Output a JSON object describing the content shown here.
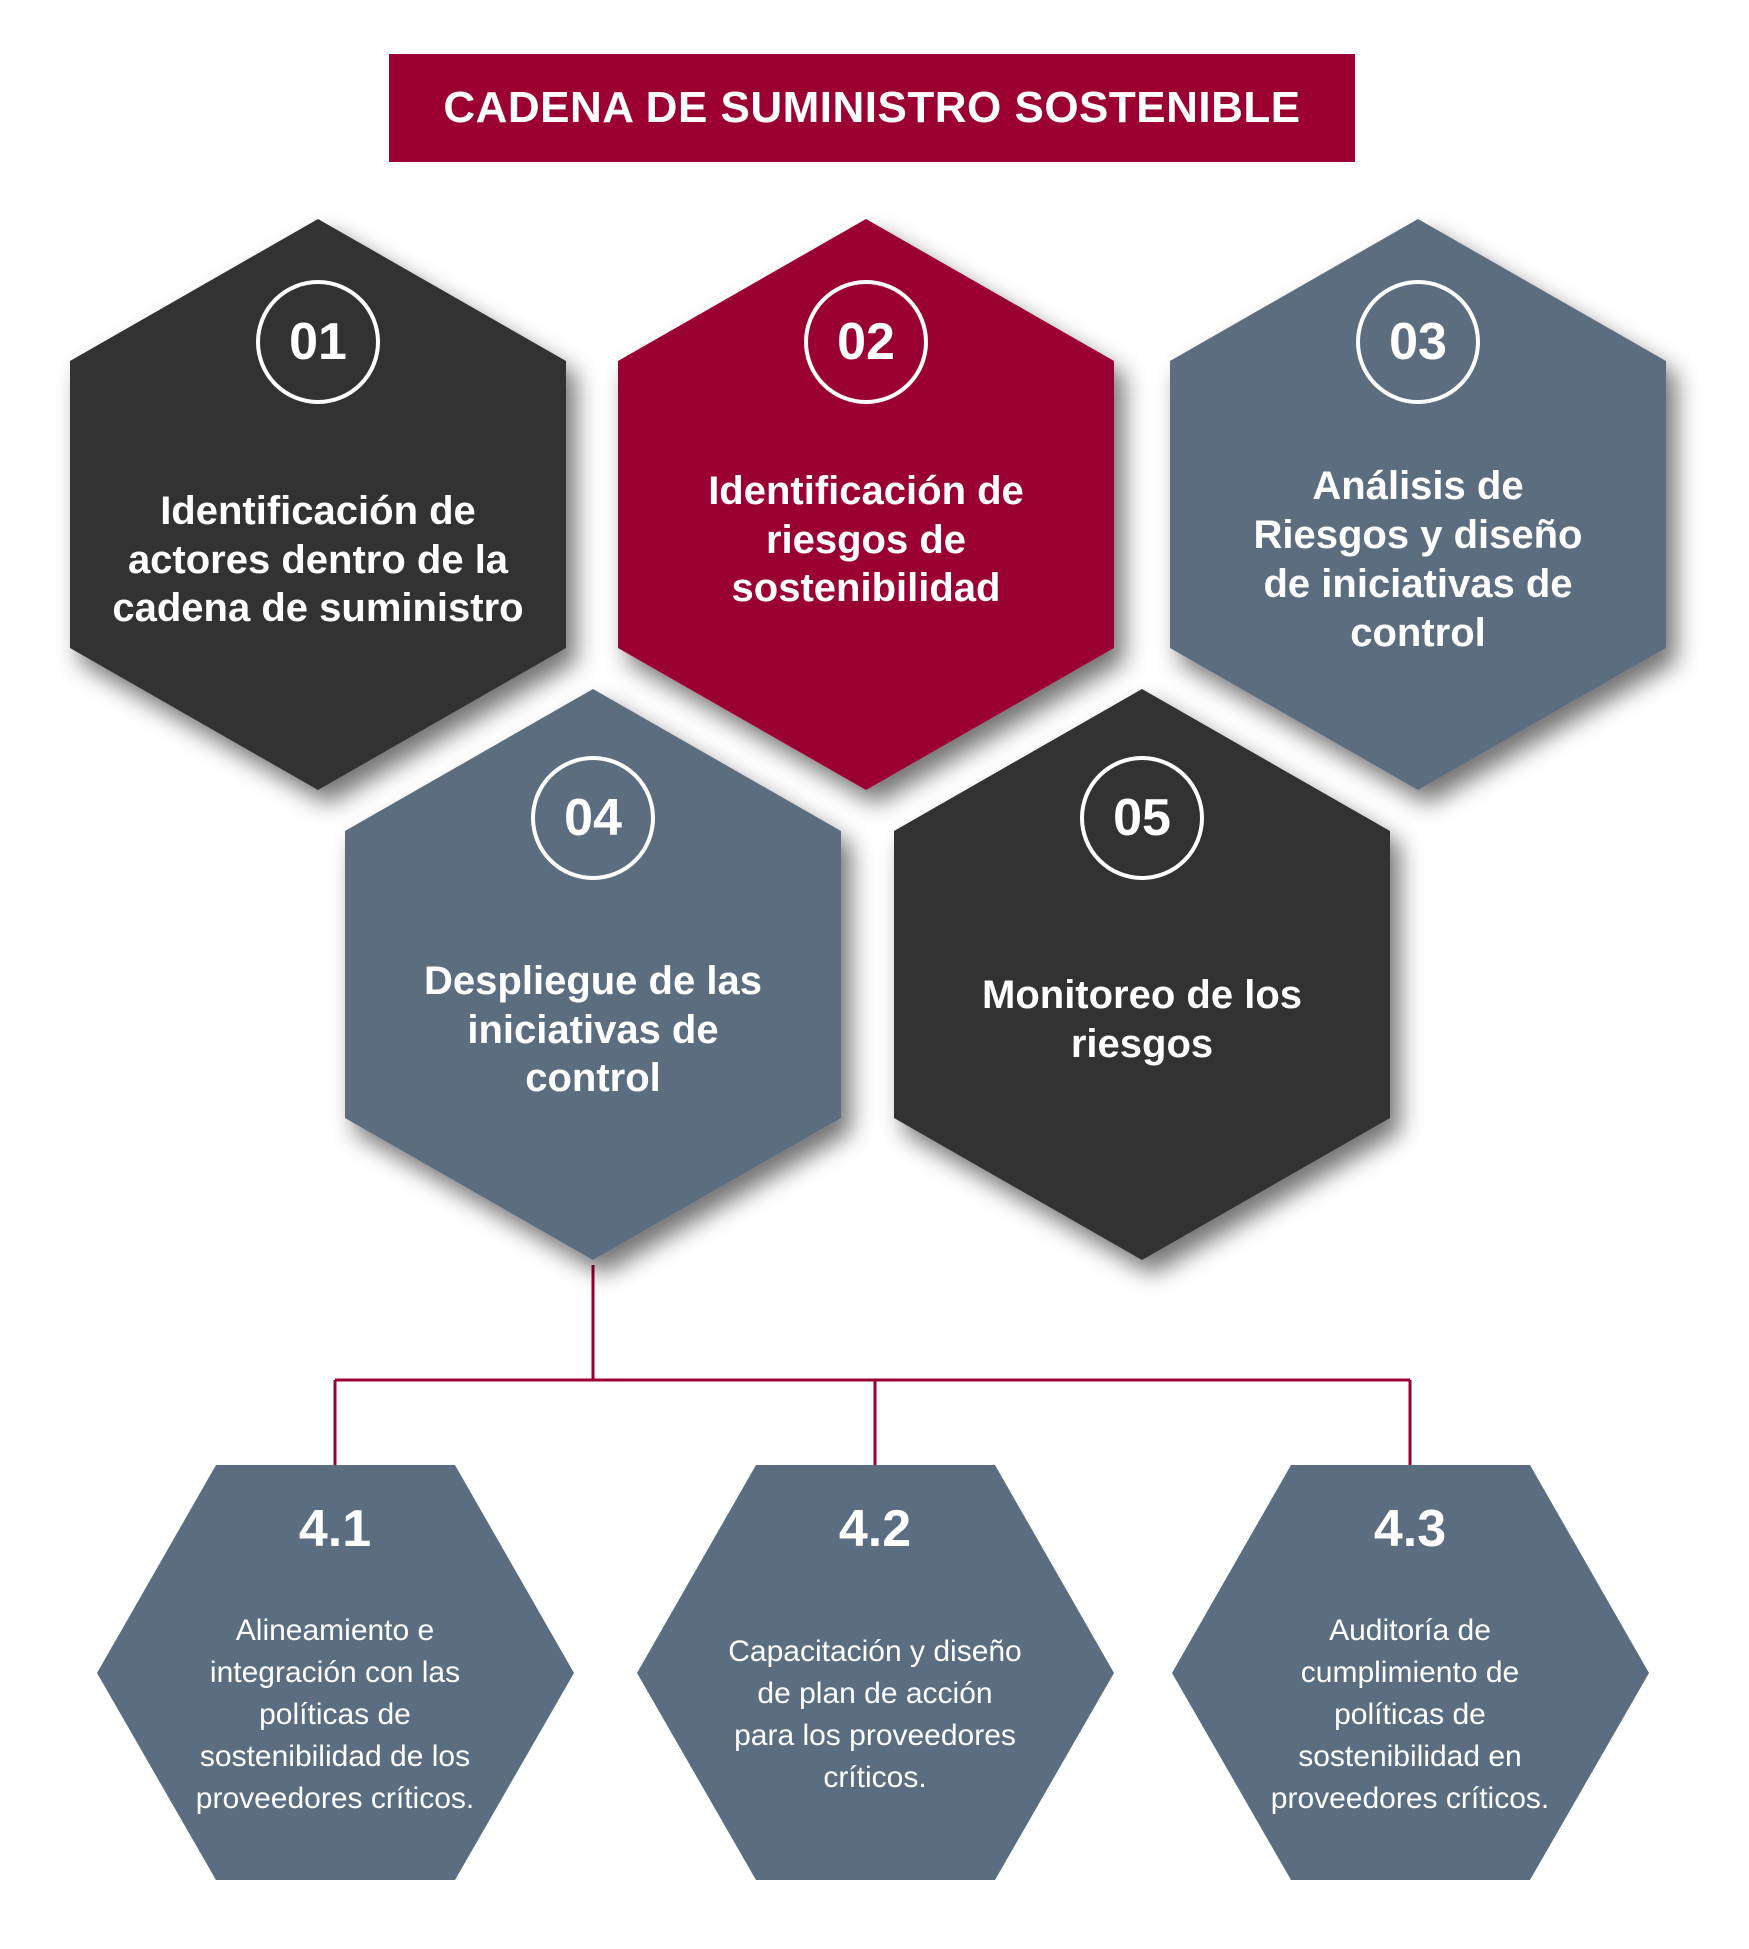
{
  "title": "CADENA DE SUMINISTRO SOSTENIBLE",
  "colors": {
    "crimson": "#9b0030",
    "dark": "#333333",
    "slate": "#5b6d80",
    "white": "#ffffff"
  },
  "steps": [
    {
      "number": "01",
      "label": "Identificación de actores dentro de la cadena de suministro",
      "color": "#333333"
    },
    {
      "number": "02",
      "label": "Identificación de riesgos de sostenibilidad",
      "color": "#9b0030"
    },
    {
      "number": "03",
      "label": "Análisis de Riesgos y diseño de iniciativas de control",
      "color": "#5b6d80"
    },
    {
      "number": "04",
      "label": "Despliegue de las iniciativas de control",
      "color": "#5b6d80"
    },
    {
      "number": "05",
      "label": "Monitoreo de los riesgos",
      "color": "#333333"
    }
  ],
  "substeps": [
    {
      "number": "4.1",
      "label": "Alineamiento e integración con las políticas de sostenibilidad de los proveedores críticos."
    },
    {
      "number": "4.2",
      "label": "Capacitación y diseño de plan de acción para los proveedores críticos."
    },
    {
      "number": "4.3",
      "label": "Auditoría de cumplimiento de políticas de sostenibilidad en proveedores críticos."
    }
  ]
}
